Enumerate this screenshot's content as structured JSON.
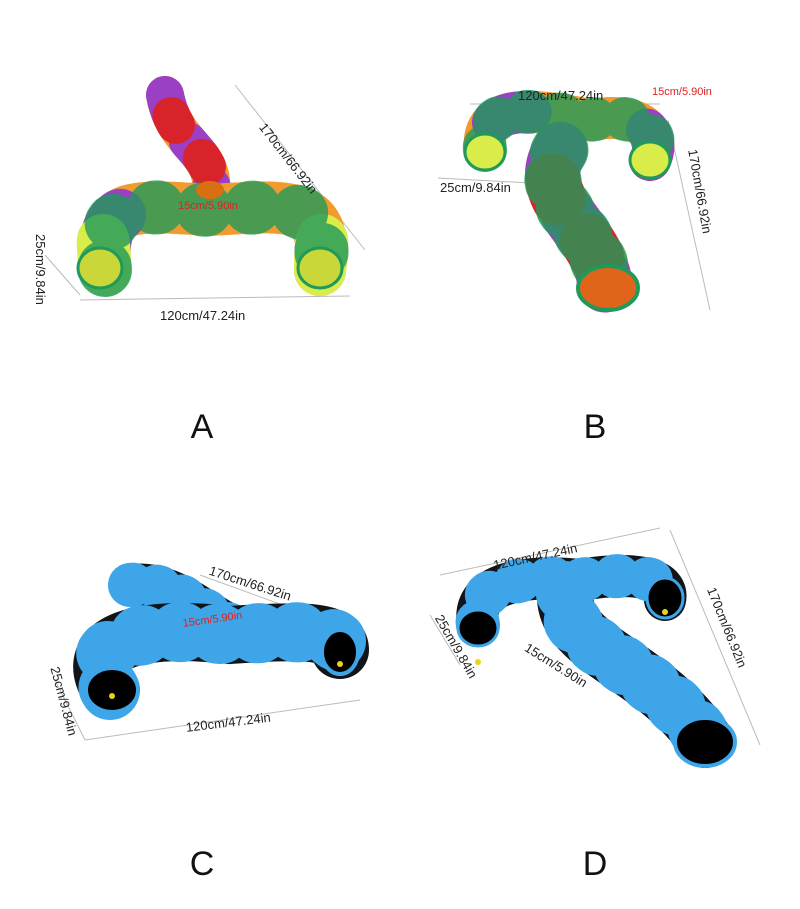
{
  "panels": [
    {
      "letter": "A",
      "length": "170cm/66.92in",
      "width": "120cm/47.24in",
      "diameter": "25cm/9.84in",
      "hole": "15cm/5.90in"
    },
    {
      "letter": "B",
      "length": "170cm/66.92in",
      "width": "120cm/47.24in",
      "diameter": "25cm/9.84in",
      "hole": "15cm/5.90in"
    },
    {
      "letter": "C",
      "length": "170cm/66.92in",
      "width": "120cm/47.24in",
      "diameter": "25cm/9.84in",
      "hole": "15cm/5.90in"
    },
    {
      "letter": "D",
      "length": "170cm/66.92in",
      "width": "120cm/47.24in",
      "diameter": "25cm/9.84in",
      "hole": "15cm/5.90in"
    }
  ],
  "colors": {
    "orange": "#f39a2e",
    "purple": "#9b3fc4",
    "red": "#d8232a",
    "yellow": "#d9ec4a",
    "green": "#1f9a5a",
    "black": "#111418",
    "blue": "#3ea6e8"
  }
}
